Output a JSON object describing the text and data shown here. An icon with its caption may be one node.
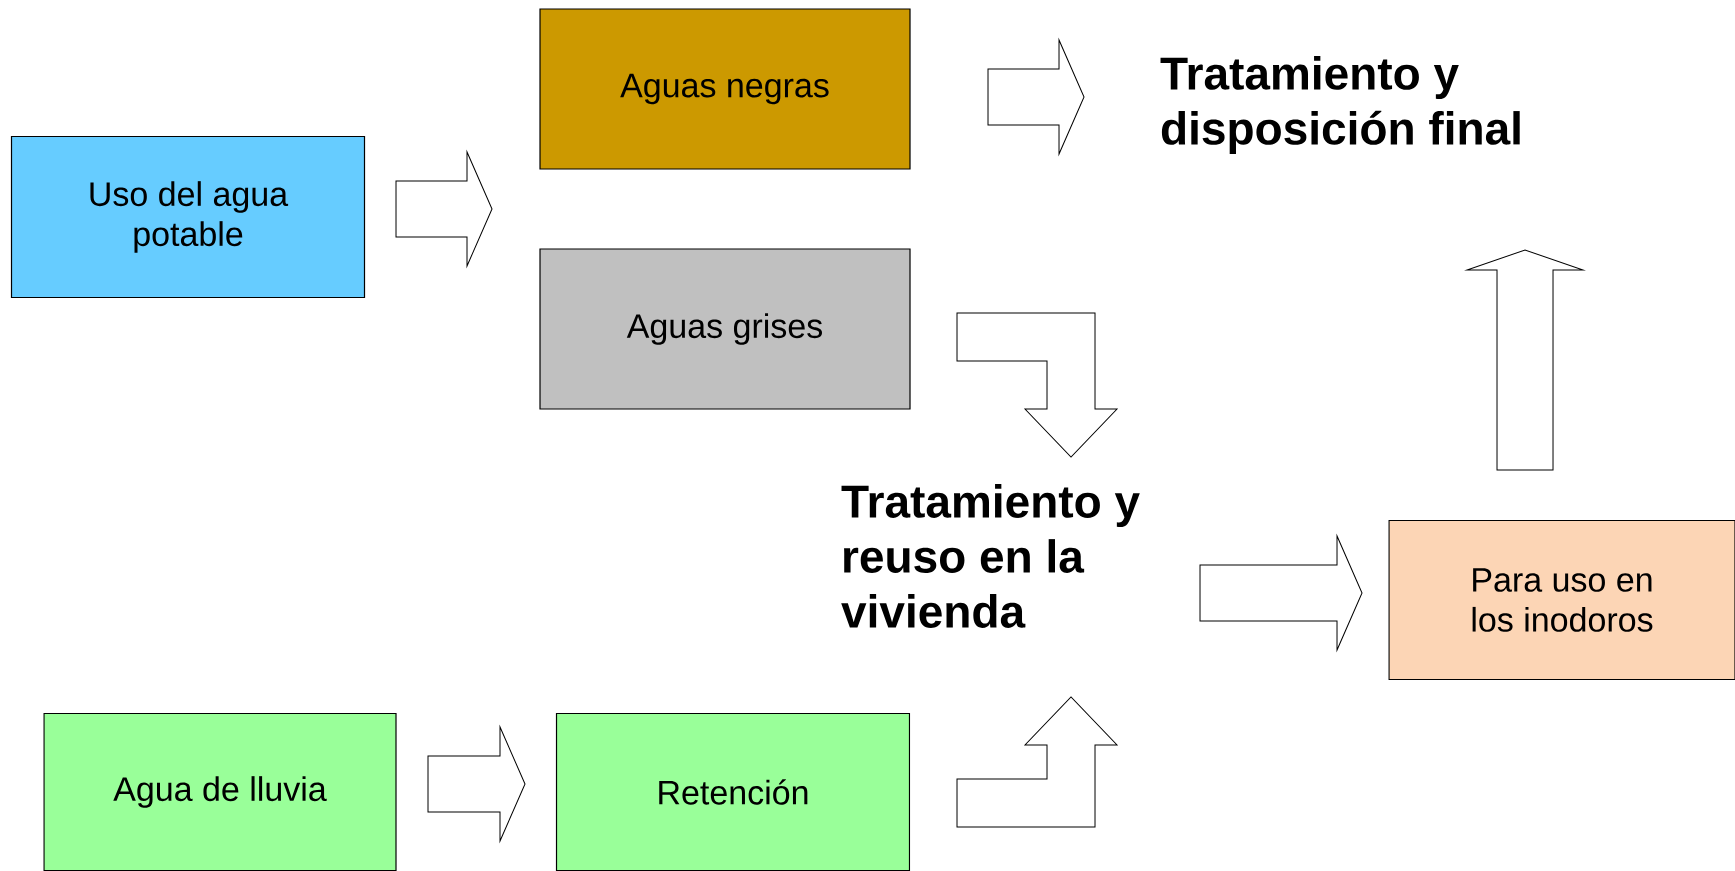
{
  "diagram": {
    "nodes": [
      {
        "text": [
          "Uso del agua potable"
        ]
      },
      {
        "text": [
          "Aguas negras"
        ]
      },
      {
        "text": [
          "Aguas grises"
        ]
      },
      {
        "text": [
          "Tratamiento y disposición final"
        ]
      },
      {
        "text": [
          "Tratamiento y reuso en la vivienda"
        ]
      },
      {
        "text": [
          "Para uso en los inodoros"
        ]
      },
      {
        "text": [
          "Agua de lluvia"
        ]
      },
      {
        "text": [
          "Retención"
        ]
      }
    ],
    "edges": [
      {
        "from": 0,
        "to": 1,
        "arrow": "to"
      },
      {
        "from": 1,
        "to": 3,
        "arrow": "to"
      },
      {
        "from": 2,
        "to": 4,
        "arrow": "to"
      },
      {
        "from": 6,
        "to": 7,
        "arrow": "to"
      },
      {
        "from": 7,
        "to": 4,
        "arrow": "to"
      },
      {
        "from": 4,
        "to": 5,
        "arrow": "to"
      },
      {
        "from": 5,
        "to": 3,
        "arrow": "to"
      }
    ]
  }
}
